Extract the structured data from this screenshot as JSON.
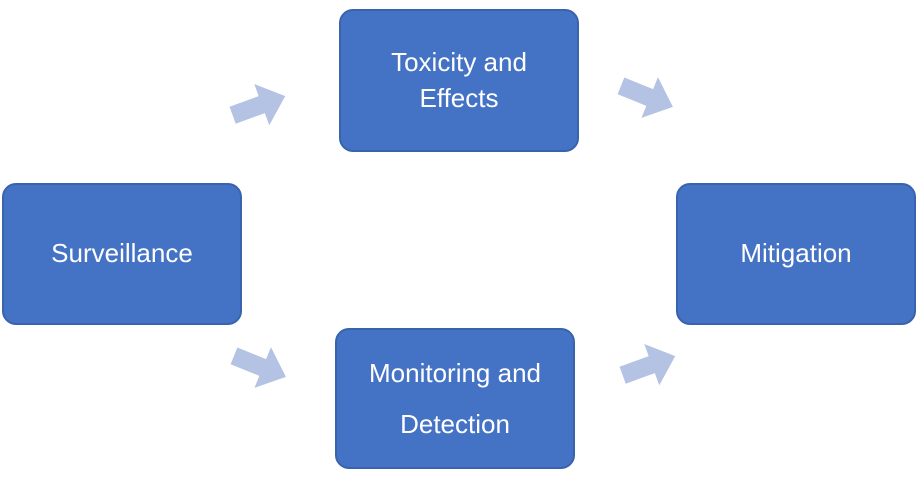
{
  "nodes": {
    "surveillance": {
      "label": "Surveillance"
    },
    "toxicity": {
      "label": "Toxicity and Effects"
    },
    "mitigation": {
      "label": "Mitigation"
    },
    "monitoring": {
      "label": "Monitoring and Detection"
    }
  },
  "edges": [
    {
      "from": "Surveillance",
      "to": "Toxicity and Effects"
    },
    {
      "from": "Toxicity and Effects",
      "to": "Mitigation"
    },
    {
      "from": "Surveillance",
      "to": "Monitoring and Detection"
    },
    {
      "from": "Monitoring and Detection",
      "to": "Mitigation"
    }
  ],
  "colors": {
    "node_fill": "#4472c4",
    "node_border": "#3a63ad",
    "node_text": "#ffffff",
    "arrow_fill": "#b4c3e3"
  }
}
